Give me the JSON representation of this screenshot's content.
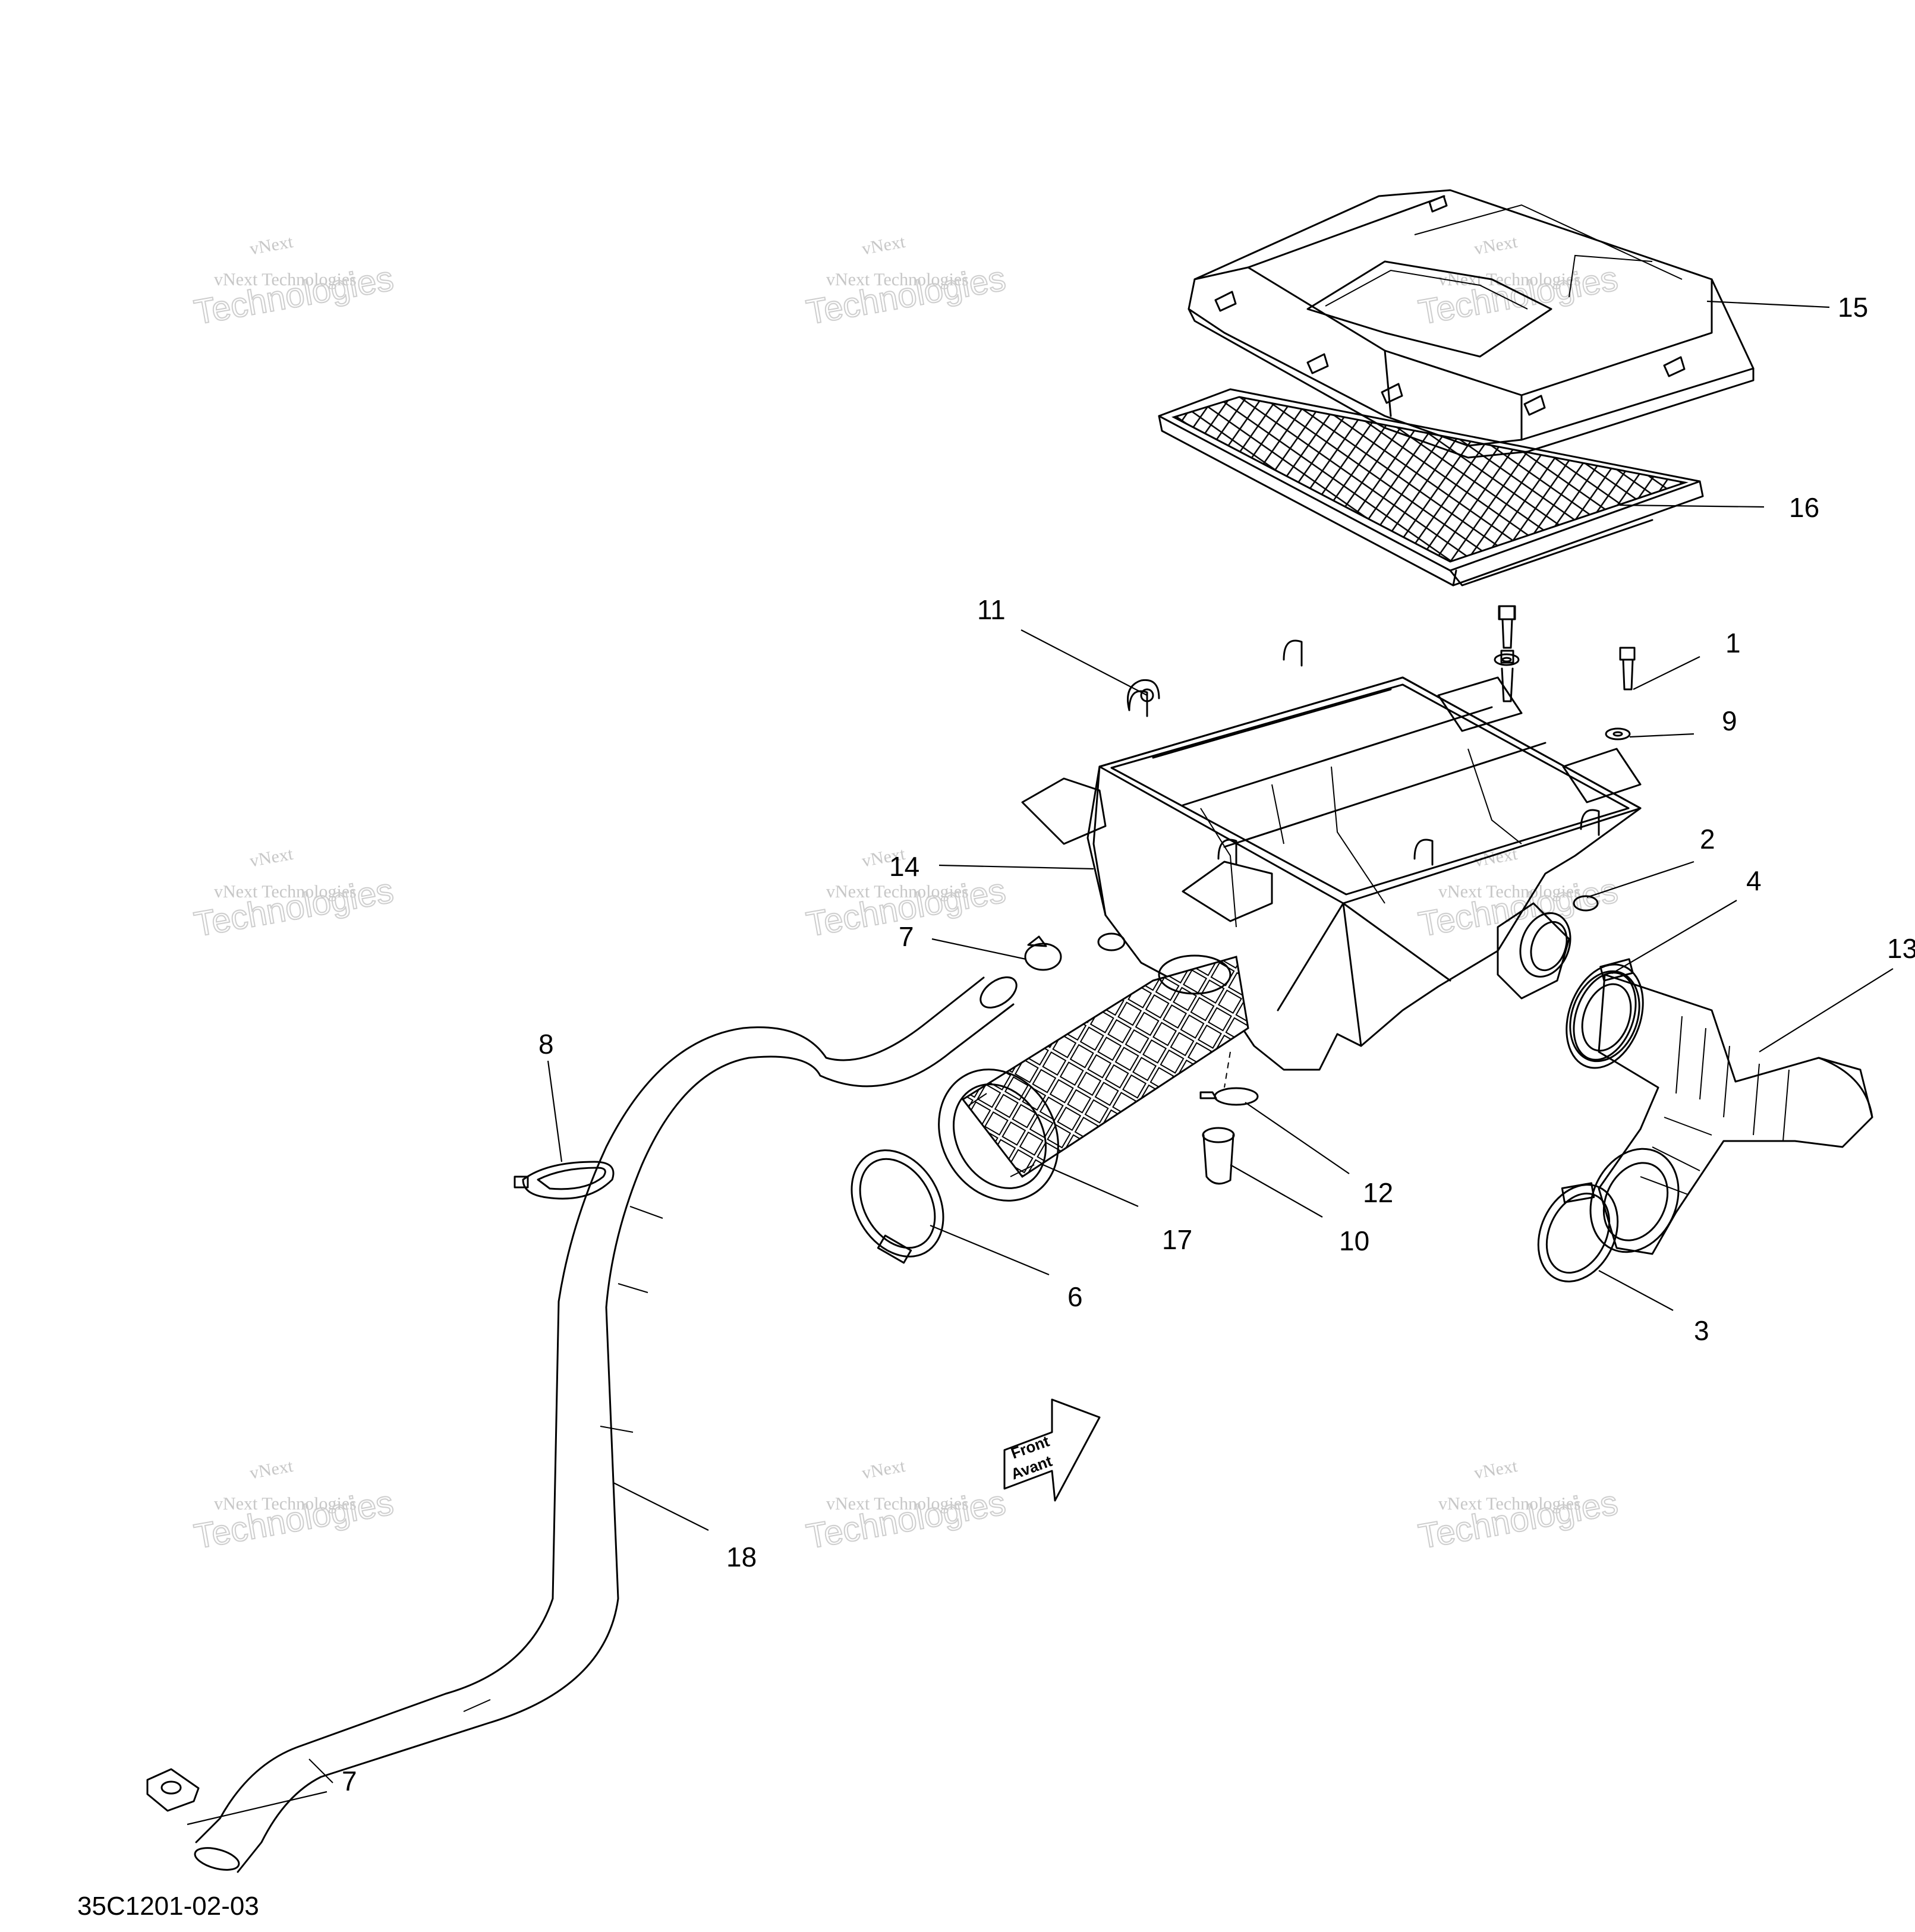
{
  "diagram": {
    "code": "35C1201-02-03",
    "direction_arrow": {
      "line1": "Front",
      "line2": "Avant"
    },
    "watermark": {
      "line1": "vNext",
      "line2": "vNext Technologies",
      "line3": "Technologies"
    },
    "callouts": [
      {
        "id": "c1",
        "label": "1"
      },
      {
        "id": "c2",
        "label": "2"
      },
      {
        "id": "c3",
        "label": "3"
      },
      {
        "id": "c4",
        "label": "4"
      },
      {
        "id": "c6",
        "label": "6"
      },
      {
        "id": "c7a",
        "label": "7"
      },
      {
        "id": "c7b",
        "label": "7"
      },
      {
        "id": "c8",
        "label": "8"
      },
      {
        "id": "c9",
        "label": "9"
      },
      {
        "id": "c10",
        "label": "10"
      },
      {
        "id": "c11",
        "label": "11"
      },
      {
        "id": "c12",
        "label": "12"
      },
      {
        "id": "c13",
        "label": "13"
      },
      {
        "id": "c14",
        "label": "14"
      },
      {
        "id": "c15",
        "label": "15"
      },
      {
        "id": "c16",
        "label": "16"
      },
      {
        "id": "c17",
        "label": "17"
      },
      {
        "id": "c18",
        "label": "18"
      }
    ]
  }
}
